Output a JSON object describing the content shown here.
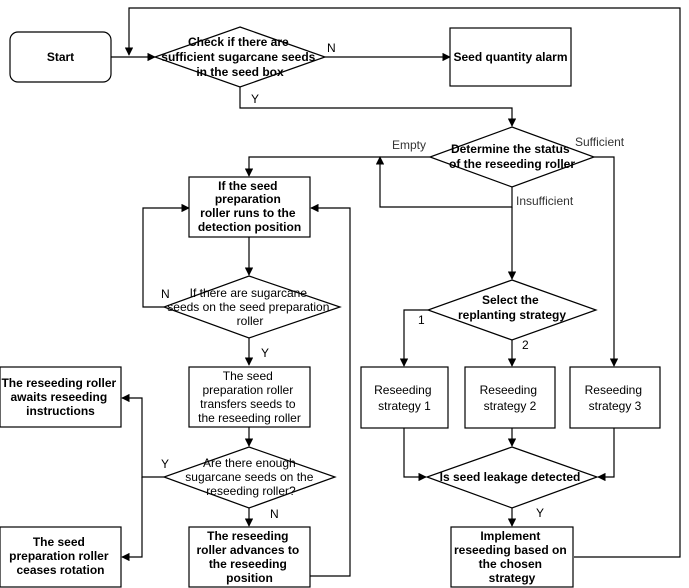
{
  "nodes": {
    "start": "Start",
    "check_seeds": [
      "Check if there are",
      "sufficient sugarcane seeds",
      "in the seed box"
    ],
    "seed_alarm": "Seed quantity alarm",
    "determine_status": [
      "Determine the status",
      "of the reseeding roller"
    ],
    "prep_roller_detect": [
      "If the seed",
      "preparation",
      "roller runs to the",
      "detection position"
    ],
    "seeds_on_prep": [
      "If there are sugarcane",
      "seeds on the seed preparation",
      "roller"
    ],
    "transfer_seeds": [
      "The seed",
      "preparation roller",
      "transfers seeds to",
      "the reseeding roller"
    ],
    "enough_seeds": [
      "Are there enough",
      "sugarcane seeds on the",
      "reseeding roller?"
    ],
    "await_instructions": [
      "The reseeding roller",
      "awaits reseeding",
      "instructions"
    ],
    "ceases_rotation": [
      "The seed",
      "preparation roller",
      "ceases rotation"
    ],
    "roller_advances": [
      "The reseeding",
      "roller advances to",
      "the reseeding",
      "position"
    ],
    "select_strategy": [
      "Select the",
      "replanting strategy"
    ],
    "strategy_1": [
      "Reseeding",
      "strategy 1"
    ],
    "strategy_2": [
      "Reseeding",
      "strategy 2"
    ],
    "strategy_3": [
      "Reseeding",
      "strategy 3"
    ],
    "leakage_detected": "Is seed leakage detected",
    "implement_reseeding": [
      "Implement",
      "reseeding based on",
      "the chosen",
      "strategy"
    ]
  },
  "edge_labels": {
    "check_no": "N",
    "check_yes": "Y",
    "status_empty": "Empty",
    "status_sufficient": "Sufficient",
    "status_insufficient": "Insufficient",
    "prep_no": "N",
    "prep_yes": "Y",
    "enough_yes": "Y",
    "enough_no": "N",
    "strategy_opt1": "1",
    "strategy_opt2": "2",
    "leakage_yes": "Y"
  }
}
